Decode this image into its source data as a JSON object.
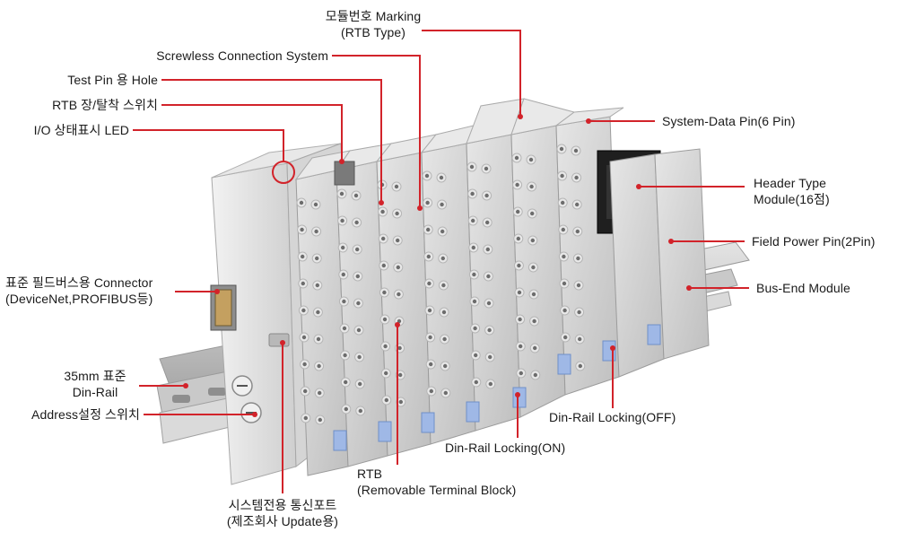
{
  "labels": {
    "module_marking": [
      "모듈번호 Marking",
      "(RTB Type)"
    ],
    "screwless": "Screwless Connection System",
    "test_pin": "Test Pin 용 Hole",
    "rtb_switch": "RTB 장/탈착 스위치",
    "io_led": "I/O 상태표시 LED",
    "fieldbus_connector": [
      "표준 필드버스용 Connector",
      "(DeviceNet,PROFIBUS등)"
    ],
    "din_rail": [
      "35mm 표준",
      "Din-Rail"
    ],
    "address_switch": "Address설정 스위치",
    "system_data_pin": "System-Data Pin(6 Pin)",
    "header_module": [
      "Header Type",
      "Module(16점)"
    ],
    "field_power_pin": "Field Power Pin(2Pin)",
    "bus_end": "Bus-End Module",
    "din_lock_off": "Din-Rail Locking(OFF)",
    "din_lock_on": "Din-Rail Locking(ON)",
    "rtb": [
      "RTB",
      "(Removable Terminal Block)"
    ],
    "system_port": [
      "시스템전용 통신포트",
      "(제조회사 Update용)"
    ]
  },
  "colors": {
    "leader": "#d2232a",
    "module_body": "#dcdcdc",
    "module_face": "#c9c9c9",
    "rail": "#b9b9b9",
    "lock_blue": "#9fb8e6",
    "header_black": "#1f1f1f"
  }
}
